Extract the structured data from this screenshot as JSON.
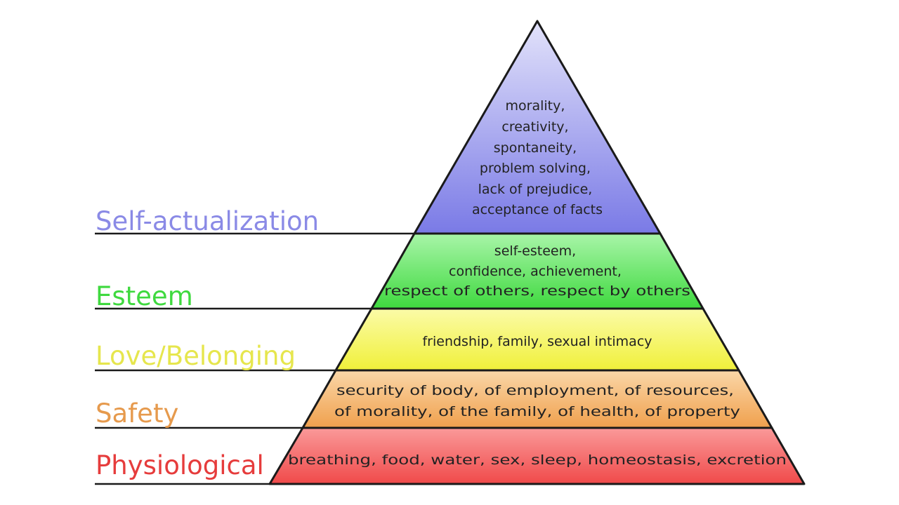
{
  "levels": [
    {
      "id": "self-actualization",
      "label": "Self-actualization",
      "label_color": "#8a8ae6",
      "fill_top": "#e2e2fa",
      "fill_bottom": "#7a7ae6",
      "description_lines": [
        "morality,",
        "creativity,",
        "spontaneity,",
        "problem solving,",
        "lack of prejudice,",
        "acceptance of facts"
      ]
    },
    {
      "id": "esteem",
      "label": "Esteem",
      "label_color": "#3fd93f",
      "fill_top": "#a8f5a8",
      "fill_bottom": "#3fd93f",
      "description_lines": [
        "self-esteem,",
        "confidence, achievement,",
        "respect of others, respect by others"
      ]
    },
    {
      "id": "love-belonging",
      "label": "Love/Belonging",
      "label_color": "#e6e64d",
      "fill_top": "#fbfba8",
      "fill_bottom": "#f0f03a",
      "description_lines": [
        "friendship, family, sexual intimacy"
      ]
    },
    {
      "id": "safety",
      "label": "Safety",
      "label_color": "#e69a4d",
      "fill_top": "#fad7a8",
      "fill_bottom": "#f0a04d",
      "description_lines": [
        "security of body, of employment, of resources,",
        "of morality, of the family, of health, of property"
      ]
    },
    {
      "id": "physiological",
      "label": "Physiological",
      "label_color": "#e63c3c",
      "fill_top": "#fa9a9a",
      "fill_bottom": "#f04a4a",
      "description_lines": [
        "breathing, food, water, sex, sleep, homeostasis, excretion"
      ]
    }
  ]
}
